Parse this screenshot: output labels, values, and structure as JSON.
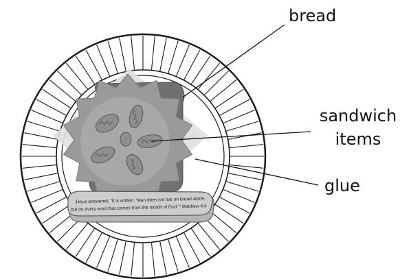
{
  "labels": {
    "bread": "bread",
    "sandwich_line1": "sandwich",
    "sandwich_line2": "items",
    "glue": "glue"
  },
  "verse": {
    "line1": "Jesus answered, “It is written: ‘Man does not live on bread alone,",
    "line2": "but on every word that comes from the mouth of God.’” Matthew 4:4"
  },
  "colors": {
    "background": "#ffffff",
    "outline": "#1a1a1a",
    "bread": "#6f6f6f",
    "glue": "#d9d9d9",
    "items": "#a9a9a9",
    "plaque": "#c9c9c9"
  }
}
